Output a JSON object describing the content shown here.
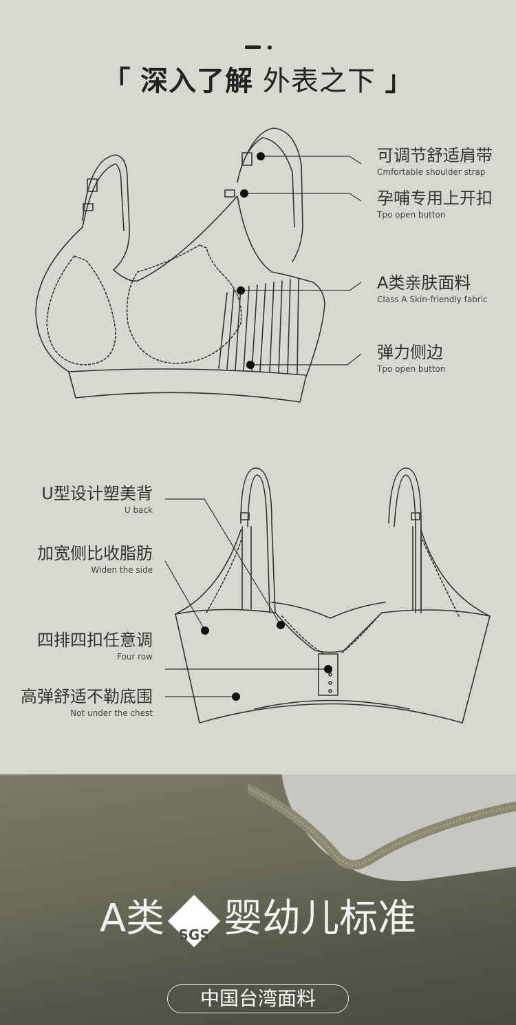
{
  "header": {
    "bracket_open": "「",
    "title_strong": "深入了解",
    "title_light": "外表之下",
    "bracket_close": "」"
  },
  "front_labels": [
    {
      "cn": "可调节舒适肩带",
      "en": "Cmfortable shoulder strap"
    },
    {
      "cn": "孕哺专用上开扣",
      "en": "Tpo open button"
    },
    {
      "cn": "A类亲肤面料",
      "en": "Class A Skin-friendly fabric"
    },
    {
      "cn": "弹力侧边",
      "en": "Tpo open button"
    }
  ],
  "back_labels": [
    {
      "cn": "U型设计塑美背",
      "en": "U back"
    },
    {
      "cn": "加宽侧比收脂肪",
      "en": "Widen the side"
    },
    {
      "cn": "四排四扣任意调",
      "en": "Four row"
    },
    {
      "cn": "高弹舒适不勒底围",
      "en": "Not under the chest"
    }
  ],
  "banner": {
    "left": "A类",
    "badge": "SGS",
    "right": "婴幼儿标准",
    "subtitle": "中国台湾面料"
  },
  "colors": {
    "background": "#d7d9d0",
    "line": "#333333",
    "fabric": "#6b6b58"
  }
}
